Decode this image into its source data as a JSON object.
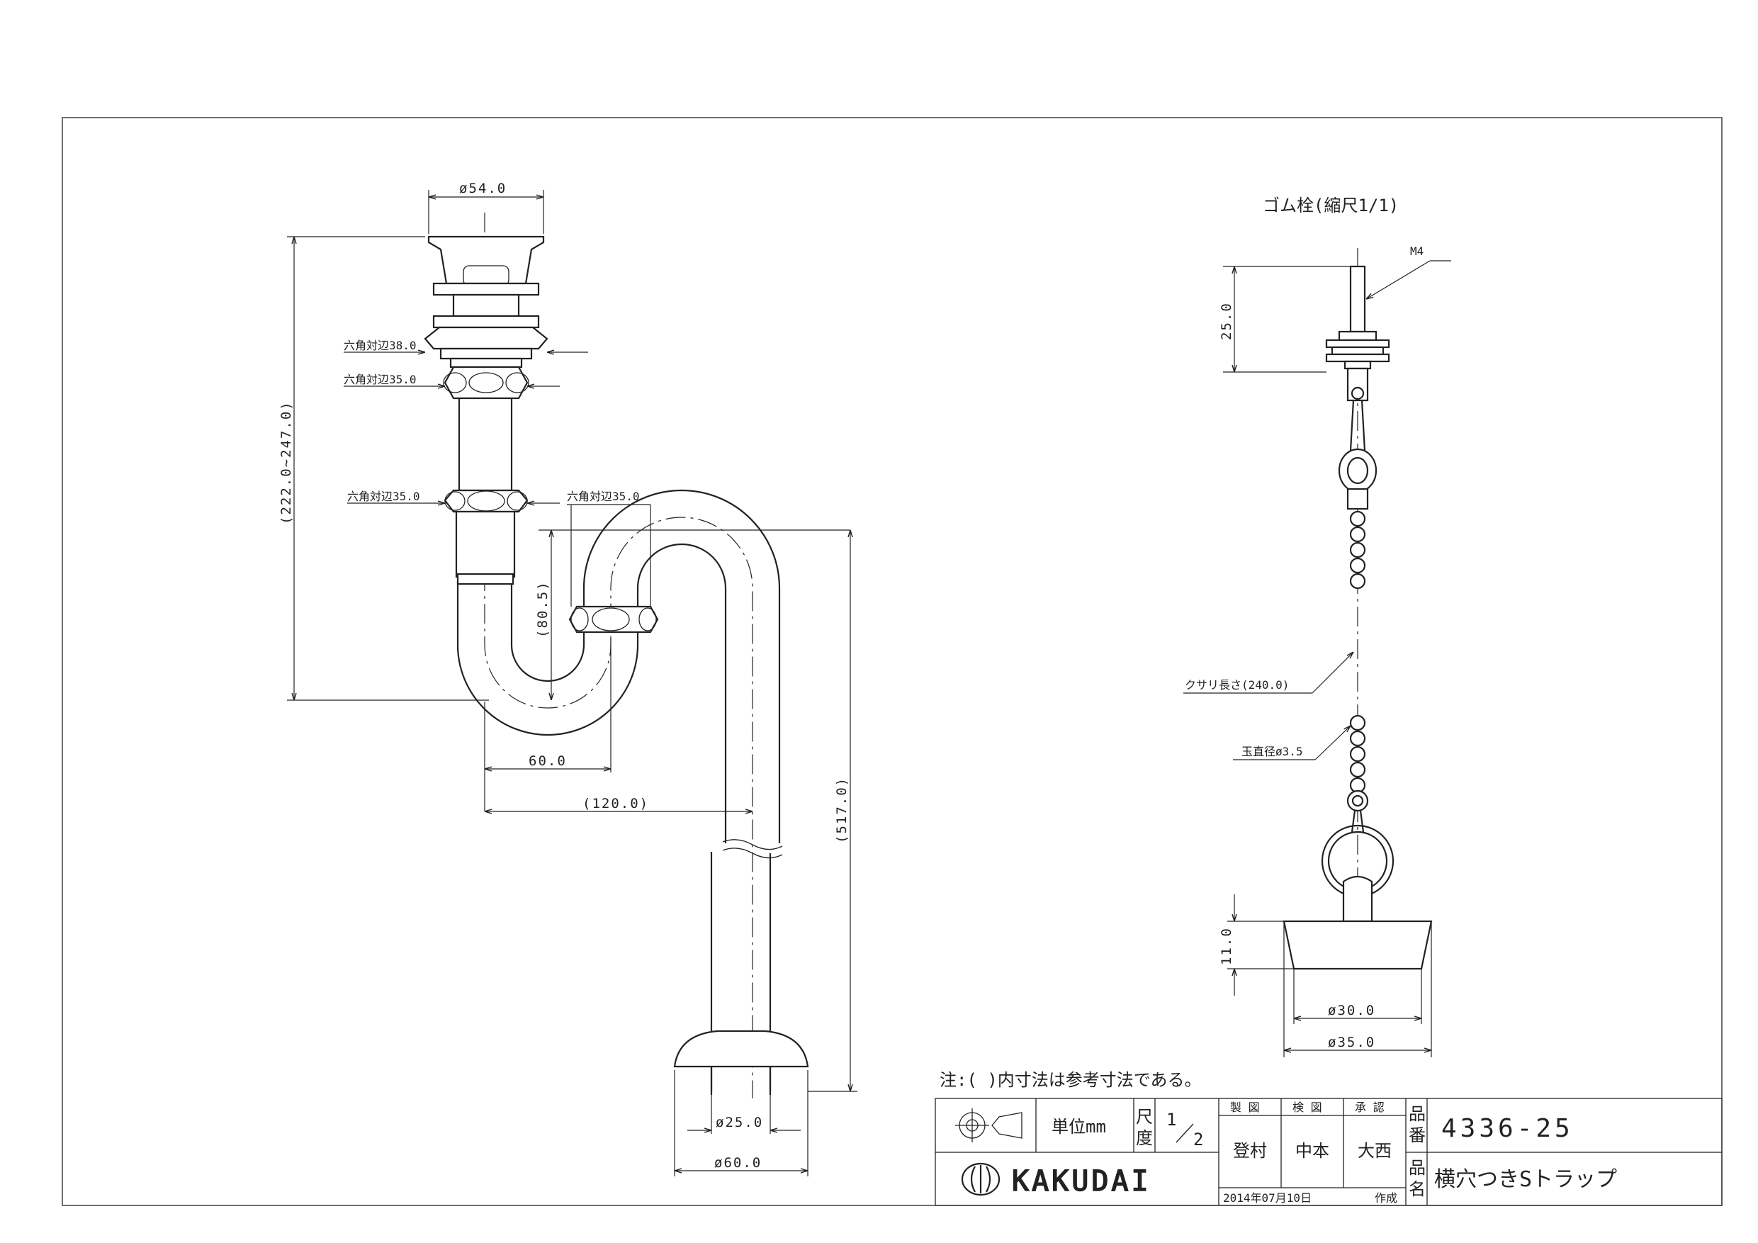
{
  "left_view": {
    "dims": {
      "top_dia": "ø54.0",
      "hex1": "六角対辺38.0",
      "hex2": "六角対辺35.0",
      "hex3": "六角対辺35.0",
      "hex4": "六角対辺35.0",
      "height_range": "(222.0~247.0)",
      "trap_depth": "(80.5)",
      "offset": "60.0",
      "horizontal": "(120.0)",
      "total_height": "(517.0)",
      "pipe_dia": "ø25.0",
      "flange_dia": "ø60.0"
    }
  },
  "right_view": {
    "title": "ゴム栓(縮尺1/1)",
    "thread": "M4",
    "stem_len": "25.0",
    "chain_len": "クサリ長さ(240.0)",
    "ball_dia": "玉直径ø3.5",
    "plug_h": "11.0",
    "plug_bottom_dia": "ø30.0",
    "plug_top_dia": "ø35.0"
  },
  "note": "注:( )内寸法は参考寸法である。",
  "title_block": {
    "unit_label": "単位mm",
    "scale_label_top": "尺",
    "scale_label_bottom": "度",
    "scale_num": "1",
    "scale_den": "2",
    "drawn_label": "製 図",
    "checked_label": "検 図",
    "approved_label": "承 認",
    "drawn_by": "登村",
    "checked_by": "中本",
    "approved_by": "大西",
    "part_no_label_top": "品",
    "part_no_label_bottom": "番",
    "part_no": "4336-25",
    "part_name_label_top": "品",
    "part_name_label_bottom": "名",
    "part_name": "横穴つきSトラップ",
    "date": "2014年07月10日",
    "created": "作成",
    "logo_text": "KAKUDAI"
  }
}
